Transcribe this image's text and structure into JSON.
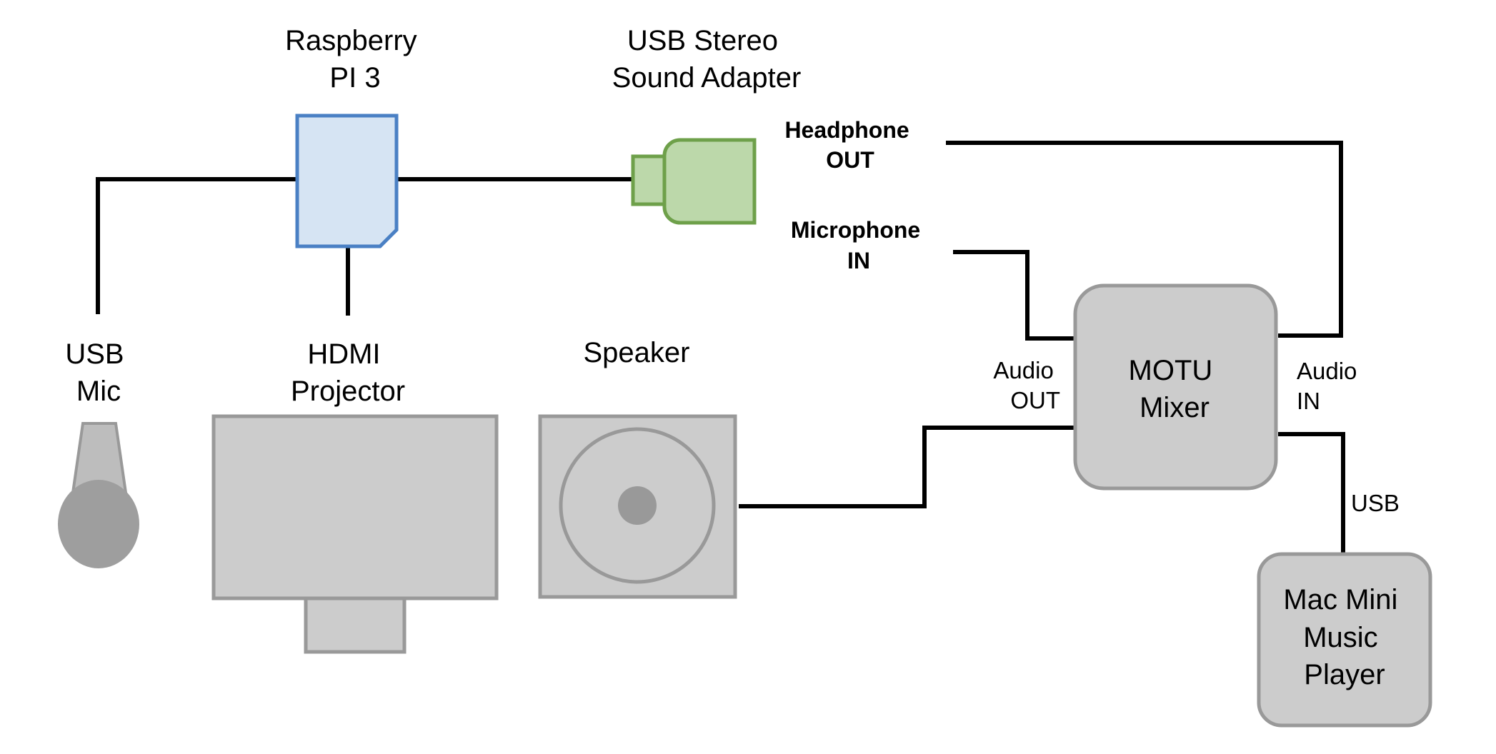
{
  "colors": {
    "wire": "#000000",
    "device_fill": "#cccccc",
    "device_stroke": "#999999",
    "pi_fill": "#d6e4f3",
    "pi_stroke": "#4a80c4",
    "adapter_fill": "#bcd8aa",
    "adapter_stroke": "#6ea04a"
  },
  "labels": {
    "raspberry_pi": [
      "Raspberry",
      "PI 3"
    ],
    "usb_adapter": [
      "USB Stereo",
      "Sound Adapter"
    ],
    "headphone_out": [
      "Headphone",
      "OUT"
    ],
    "microphone_in": [
      "Microphone",
      "IN"
    ],
    "usb_mic": [
      "USB",
      "Mic"
    ],
    "hdmi_projector": [
      "HDMI",
      "Projector"
    ],
    "speaker": "Speaker",
    "motu_mixer": [
      "MOTU",
      "Mixer"
    ],
    "audio_out": [
      "Audio",
      "OUT"
    ],
    "audio_in": [
      "Audio",
      "IN"
    ],
    "usb_link": "USB",
    "mac_mini": [
      "Mac Mini",
      "Music",
      "Player"
    ]
  }
}
